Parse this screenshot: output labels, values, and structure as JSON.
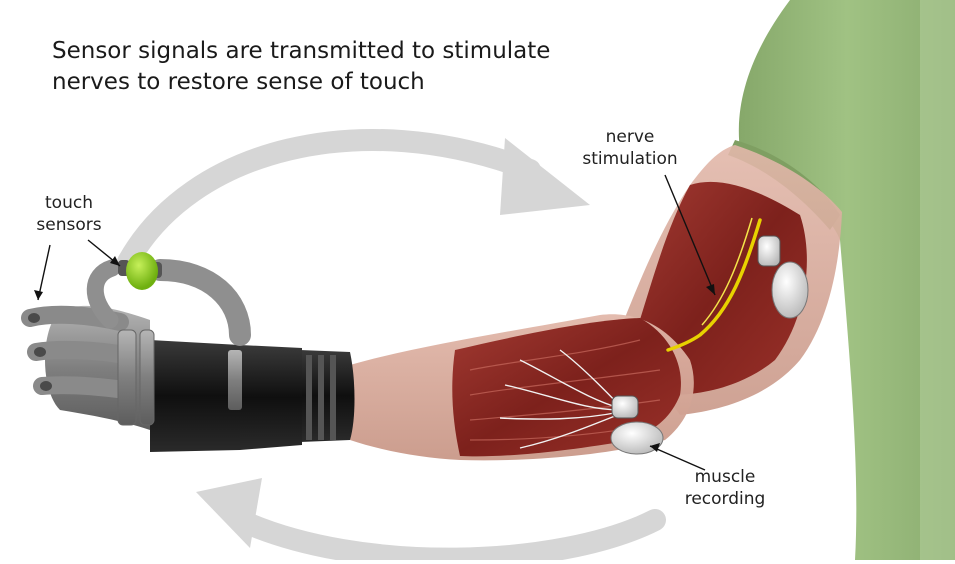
{
  "headline": {
    "line1": "Sensor signals are transmitted to stimulate",
    "line2": "nerves to restore sense of touch"
  },
  "labels": {
    "touch_line1": "touch",
    "touch_line2": "sensors",
    "nerve_line1": "nerve",
    "nerve_line2": "stimulation",
    "muscle_line1": "muscle",
    "muscle_line2": "recording"
  },
  "colors": {
    "shirt": "#96b878",
    "skin": "#d7a99a",
    "muscle": "#8a2a24",
    "nerve": "#e8d200",
    "sensor_ball": "#8fd11f",
    "hand_metal": "#8c8c8c",
    "socket": "#1a1a1a",
    "arrow": "#d2d2d2"
  }
}
